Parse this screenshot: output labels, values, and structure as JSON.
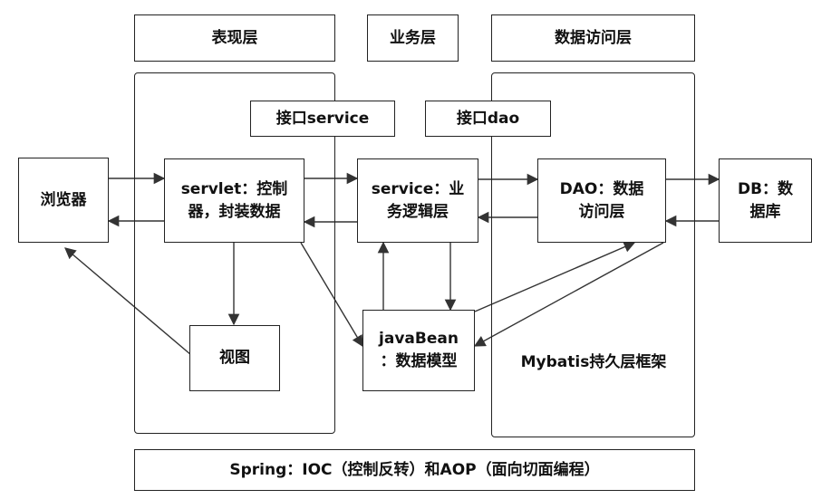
{
  "layers": {
    "presentation": "表现层",
    "business": "业务层",
    "data_access": "数据访问层"
  },
  "interfaces": {
    "service": "接口service",
    "dao": "接口dao"
  },
  "nodes": {
    "browser": "浏览器",
    "servlet": "servlet：控制\n器，封装数据",
    "service": "service：业\n务逻辑层",
    "dao": "DAO：数据\n访问层",
    "db": "DB：数\n据库",
    "view": "视图",
    "javabean": "javaBean\n：数据模型"
  },
  "mybatis_label": "Mybatis持久层框架",
  "spring_label": "Spring：IOC（控制反转）和AOP（面向切面编程）"
}
